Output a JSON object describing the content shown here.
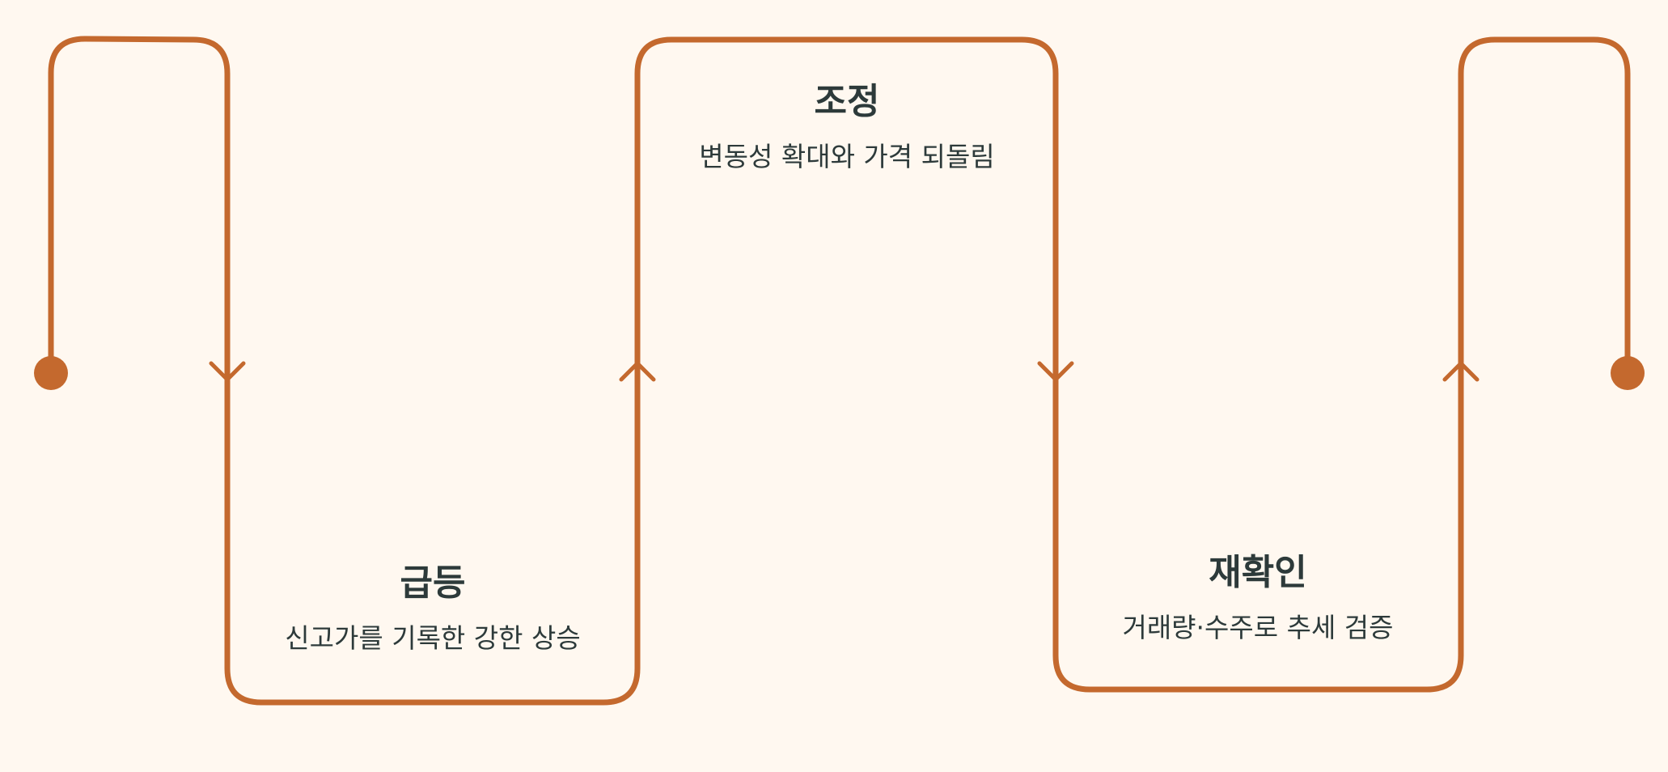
{
  "colors": {
    "background": "#FFF8F0",
    "line": "#C4692E",
    "text": "#2D3A3A"
  },
  "stages": [
    {
      "title": "급등",
      "description": "신고가를 기록한 강한 상승"
    },
    {
      "title": "조정",
      "description": "변동성 확대와 가격 되돌림"
    },
    {
      "title": "재확인",
      "description": "거래량·수주로 추세 검증"
    }
  ]
}
